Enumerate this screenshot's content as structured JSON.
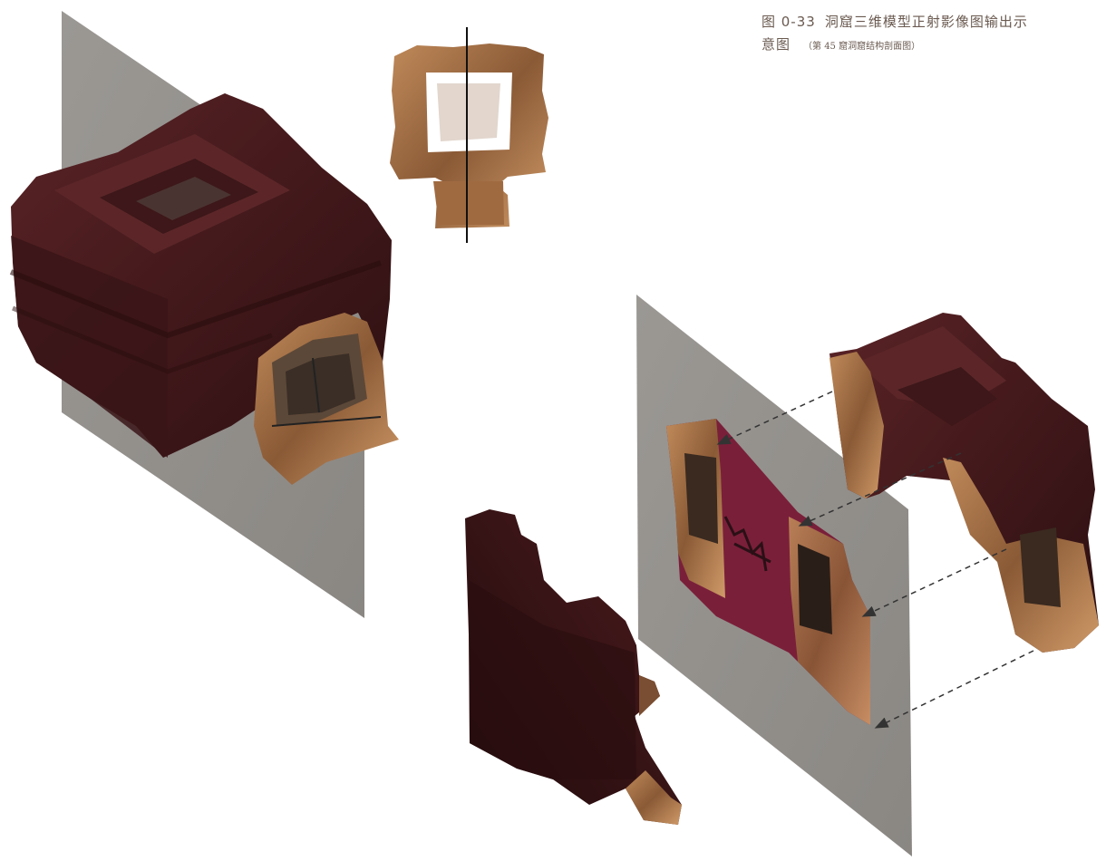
{
  "caption": {
    "figure_number": "图 0-33",
    "title_line1": "洞窟三维模型正射影像图输出示",
    "title_line2": "意图",
    "note": "（第 45 窟洞窟结构剖面图）"
  },
  "colors": {
    "plane": "#8f8c88",
    "model_shell": "#4a1d1f",
    "model_shell_dark": "#2c0f11",
    "model_texture": "#b07a4e",
    "projected_wall": "#7a1f3a",
    "arrow": "#333333",
    "caption_text": "#6a5a50"
  }
}
